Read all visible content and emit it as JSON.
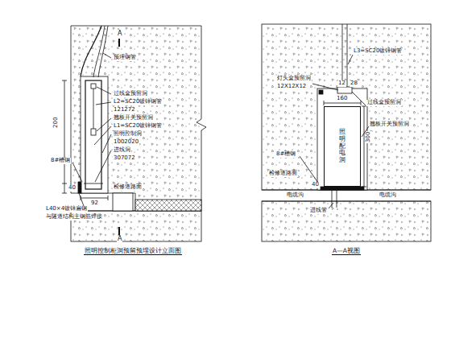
{
  "diagram": {
    "nodes": [
      {
        "text": [
          "照明配电洞"
        ]
      }
    ],
    "labels": [
      "A",
      "预埋钢管",
      "过线盒预留洞",
      "L2=SC20镀锌钢管",
      "121272",
      "翘板开关预留洞",
      "L1=SC20镀锌钢管",
      "照明控制洞",
      "1002020",
      "进线洞",
      "307072",
      "检修道路面",
      "200",
      "8#槽钢",
      "40",
      "L40×4镀锌扁钢",
      "与隧道结构主钢筋焊接",
      "92",
      "A",
      "照明控制柜洞预留预埋设计立面图",
      "L3=SC20镀锌钢管",
      "灯头盒预留洞",
      "12X12X12",
      "160",
      "12",
      "28",
      "过线盒预留洞",
      "翘板开关预留洞",
      "300",
      "8#槽钢",
      "检修道路面",
      "40",
      "电缆沟",
      "电缆沟",
      "进线管",
      "A—A视图"
    ]
  }
}
